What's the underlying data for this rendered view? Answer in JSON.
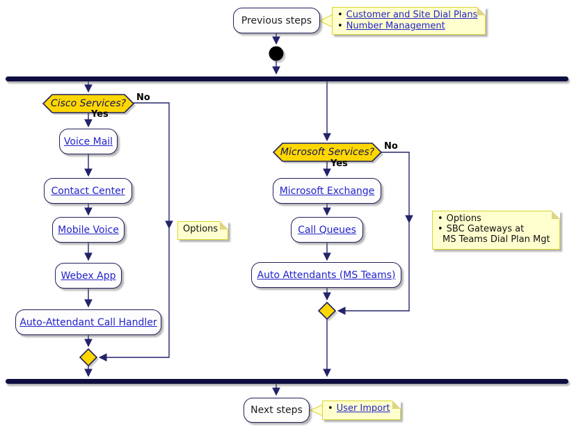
{
  "colors": {
    "gold": "#ffd700",
    "navy_border": "#1f1f5e",
    "line_navy": "#23236b",
    "bar_navy": "#0e0e40",
    "note_bg": "#fefece",
    "note_border": "#d9d62a",
    "link_blue": "#2323cc"
  },
  "nodes": {
    "previous_steps_label": "Previous steps",
    "next_steps_label": "Next steps"
  },
  "decisions": {
    "cisco": {
      "question": "Cisco Services?",
      "yes": "Yes",
      "no": "No"
    },
    "microsoft": {
      "question": "Microsoft Services?",
      "yes": "Yes",
      "no": "No"
    }
  },
  "activities": {
    "cisco_branch": [
      "Voice Mail",
      "Contact Center",
      "Mobile Voice",
      "Webex App",
      "Auto-Attendant Call Handler"
    ],
    "microsoft_branch": [
      "Microsoft Exchange",
      "Call Queues",
      "Auto Attendants (MS Teams)"
    ]
  },
  "notes": {
    "bullet_glyph": "•",
    "previous_steps_note": {
      "links": [
        "Customer and Site Dial Plans",
        "Number Management"
      ]
    },
    "cisco_no_note": {
      "text": "Options"
    },
    "microsoft_no_note": {
      "lines": [
        "Options",
        "SBC Gateways at",
        "MS Teams Dial Plan Mgt"
      ]
    },
    "next_steps_note": {
      "links": [
        "User Import"
      ]
    }
  }
}
